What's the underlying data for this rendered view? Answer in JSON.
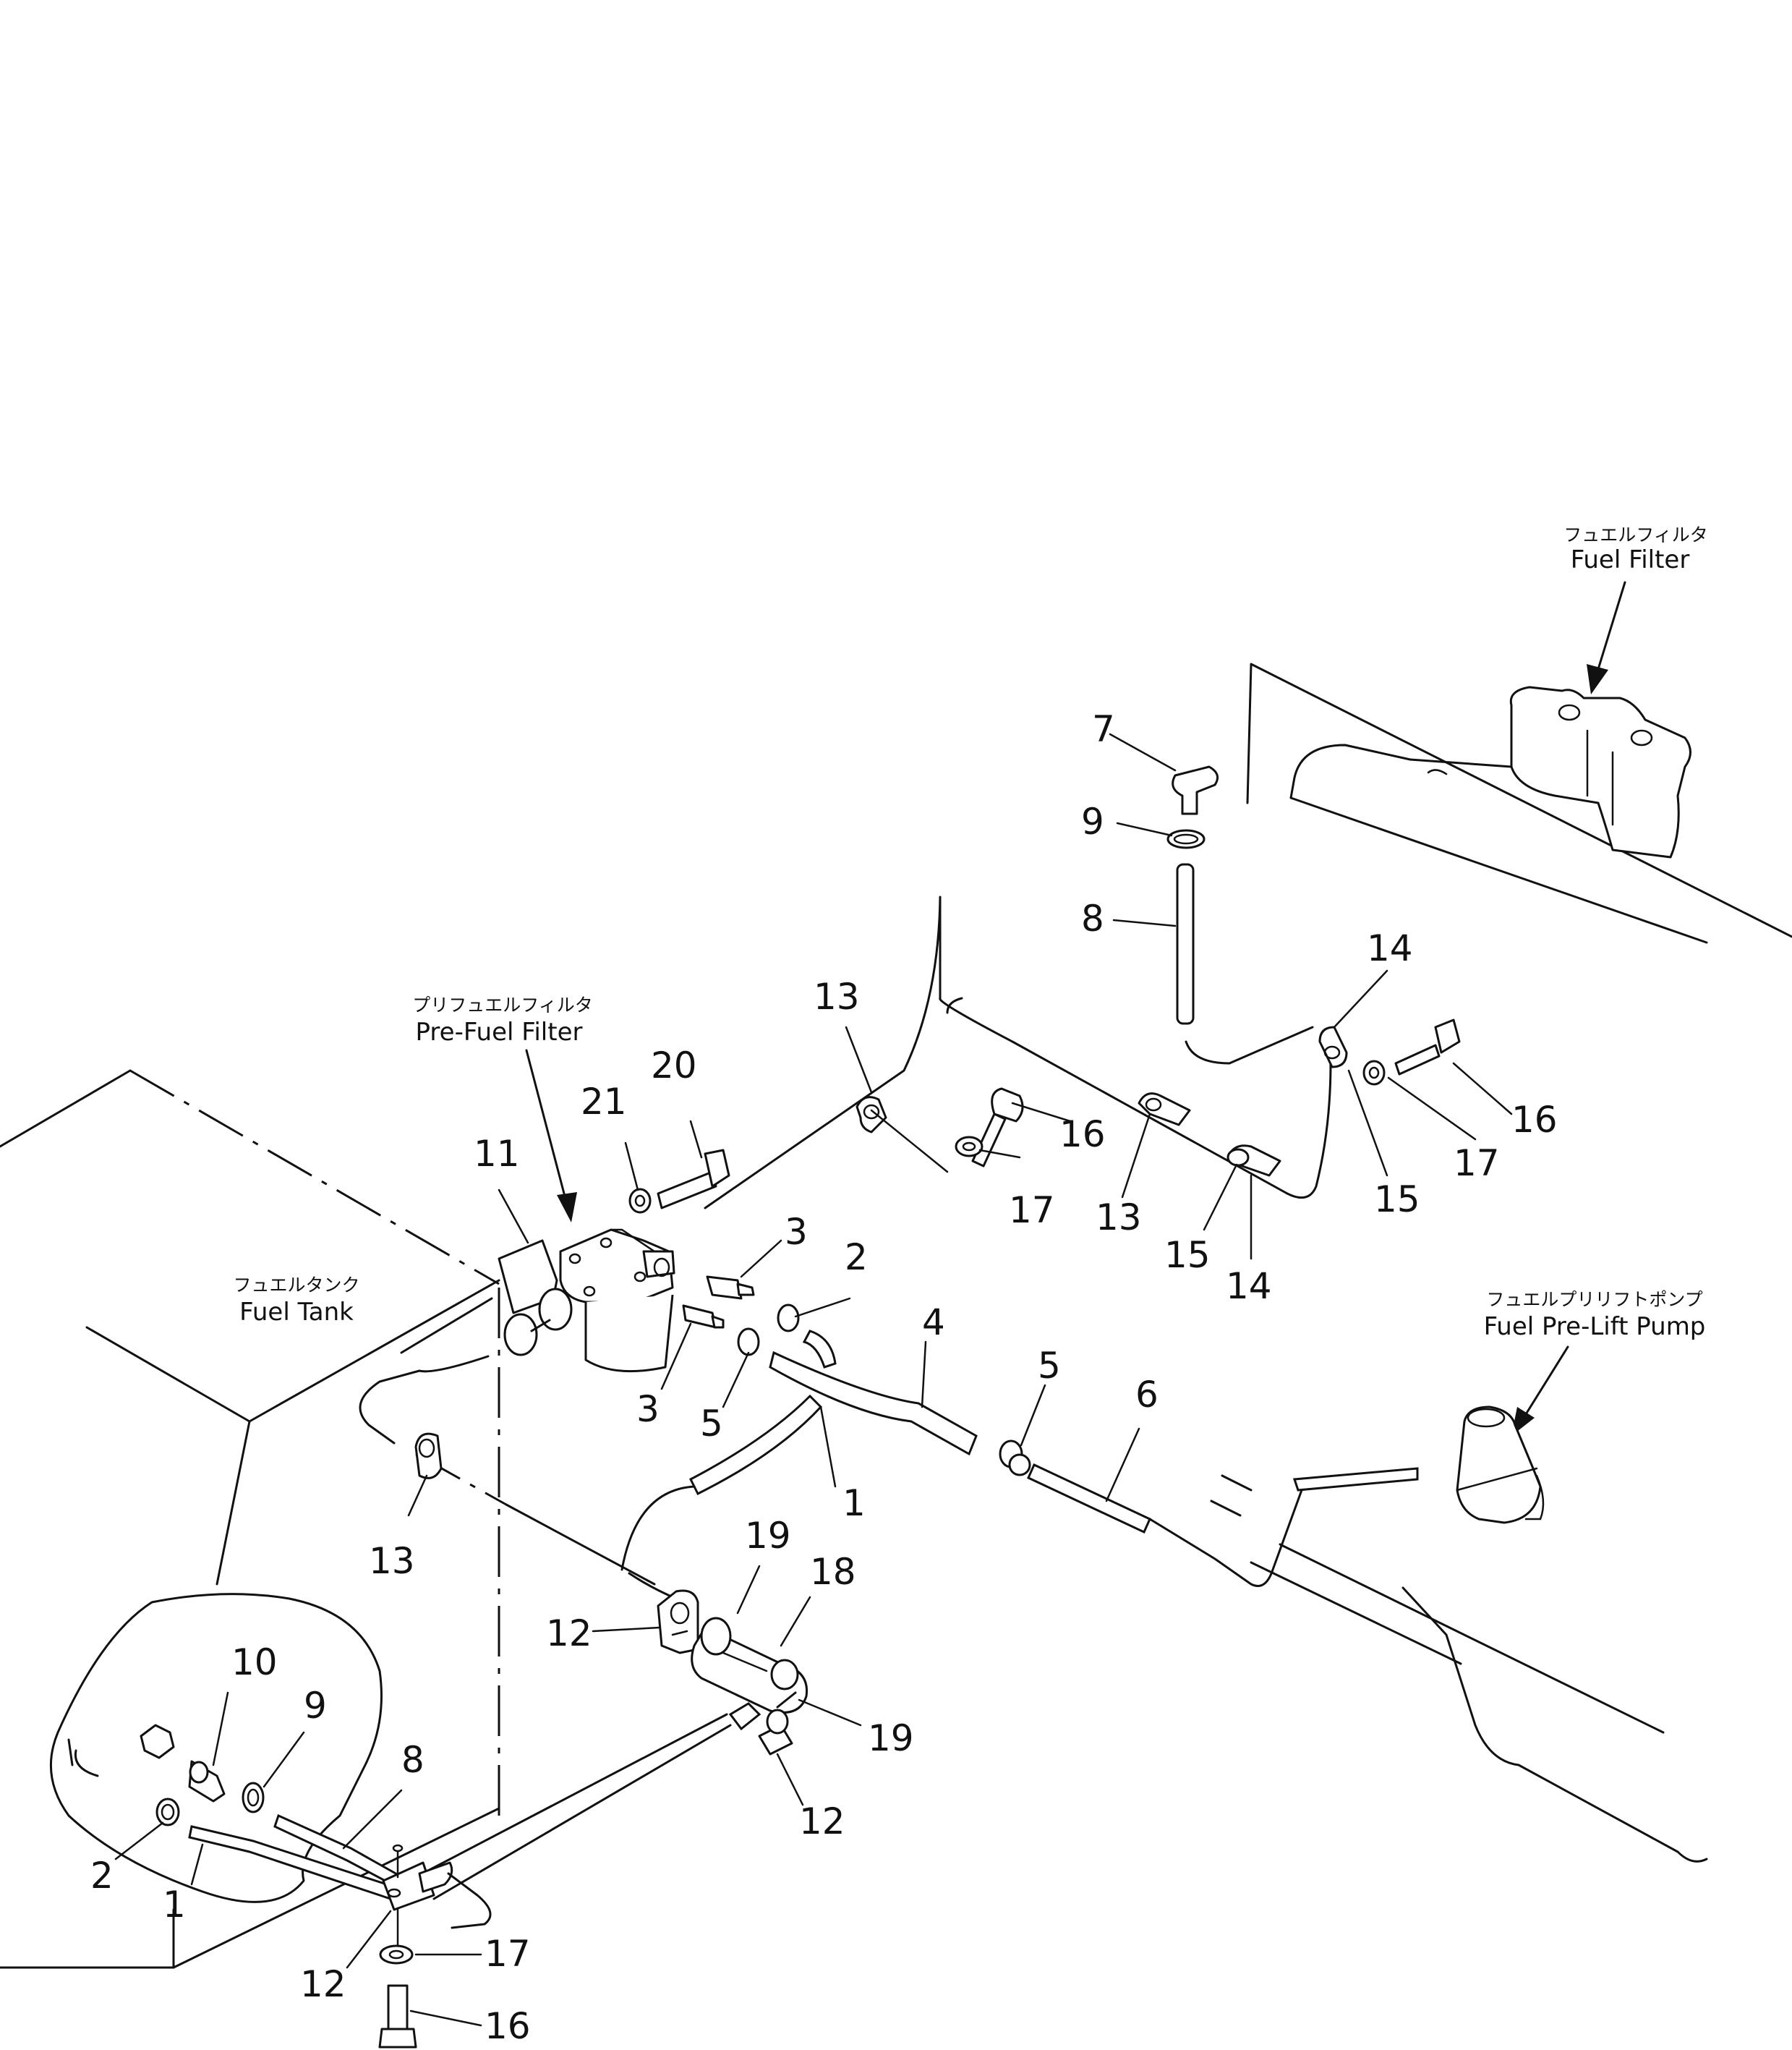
{
  "labels": {
    "fuel_filter": {
      "jp": "フュエルフィルタ",
      "en": "Fuel  Filter"
    },
    "pre_fuel_filter": {
      "jp": "プリフュエルフィルタ",
      "en": "Pre-Fuel  Filter"
    },
    "fuel_tank": {
      "jp": "フュエルタンク",
      "en": "Fuel  Tank"
    },
    "fuel_pre_lift_pump": {
      "jp": "フュエルプリリフトポンプ",
      "en": "Fuel  Pre-Lift  Pump"
    }
  },
  "callouts": [
    {
      "id": "c7a",
      "text": "7"
    },
    {
      "id": "c9a",
      "text": "9"
    },
    {
      "id": "c8a",
      "text": "8"
    },
    {
      "id": "c14a",
      "text": "14"
    },
    {
      "id": "c16a",
      "text": "16"
    },
    {
      "id": "c17a",
      "text": "17"
    },
    {
      "id": "c15a",
      "text": "15"
    },
    {
      "id": "c13a",
      "text": "13"
    },
    {
      "id": "c16b",
      "text": "16"
    },
    {
      "id": "c17b",
      "text": "17"
    },
    {
      "id": "c13b",
      "text": "13"
    },
    {
      "id": "c15b",
      "text": "15"
    },
    {
      "id": "c14b",
      "text": "14"
    },
    {
      "id": "c20",
      "text": "20"
    },
    {
      "id": "c21",
      "text": "21"
    },
    {
      "id": "c11",
      "text": "11"
    },
    {
      "id": "c3a",
      "text": "3"
    },
    {
      "id": "c2a",
      "text": "2"
    },
    {
      "id": "c3b",
      "text": "3"
    },
    {
      "id": "c5a",
      "text": "5"
    },
    {
      "id": "c4",
      "text": "4"
    },
    {
      "id": "c5b",
      "text": "5"
    },
    {
      "id": "c6",
      "text": "6"
    },
    {
      "id": "c1a",
      "text": "1"
    },
    {
      "id": "c13c",
      "text": "13"
    },
    {
      "id": "c19a",
      "text": "19"
    },
    {
      "id": "c18",
      "text": "18"
    },
    {
      "id": "c12a",
      "text": "12"
    },
    {
      "id": "c19b",
      "text": "19"
    },
    {
      "id": "c12b",
      "text": "12"
    },
    {
      "id": "c10",
      "text": "10"
    },
    {
      "id": "c9b",
      "text": "9"
    },
    {
      "id": "c8b",
      "text": "8"
    },
    {
      "id": "c2b",
      "text": "2"
    },
    {
      "id": "c1b",
      "text": "1"
    },
    {
      "id": "c17c",
      "text": "17"
    },
    {
      "id": "c12c",
      "text": "12"
    },
    {
      "id": "c16c",
      "text": "16"
    }
  ]
}
